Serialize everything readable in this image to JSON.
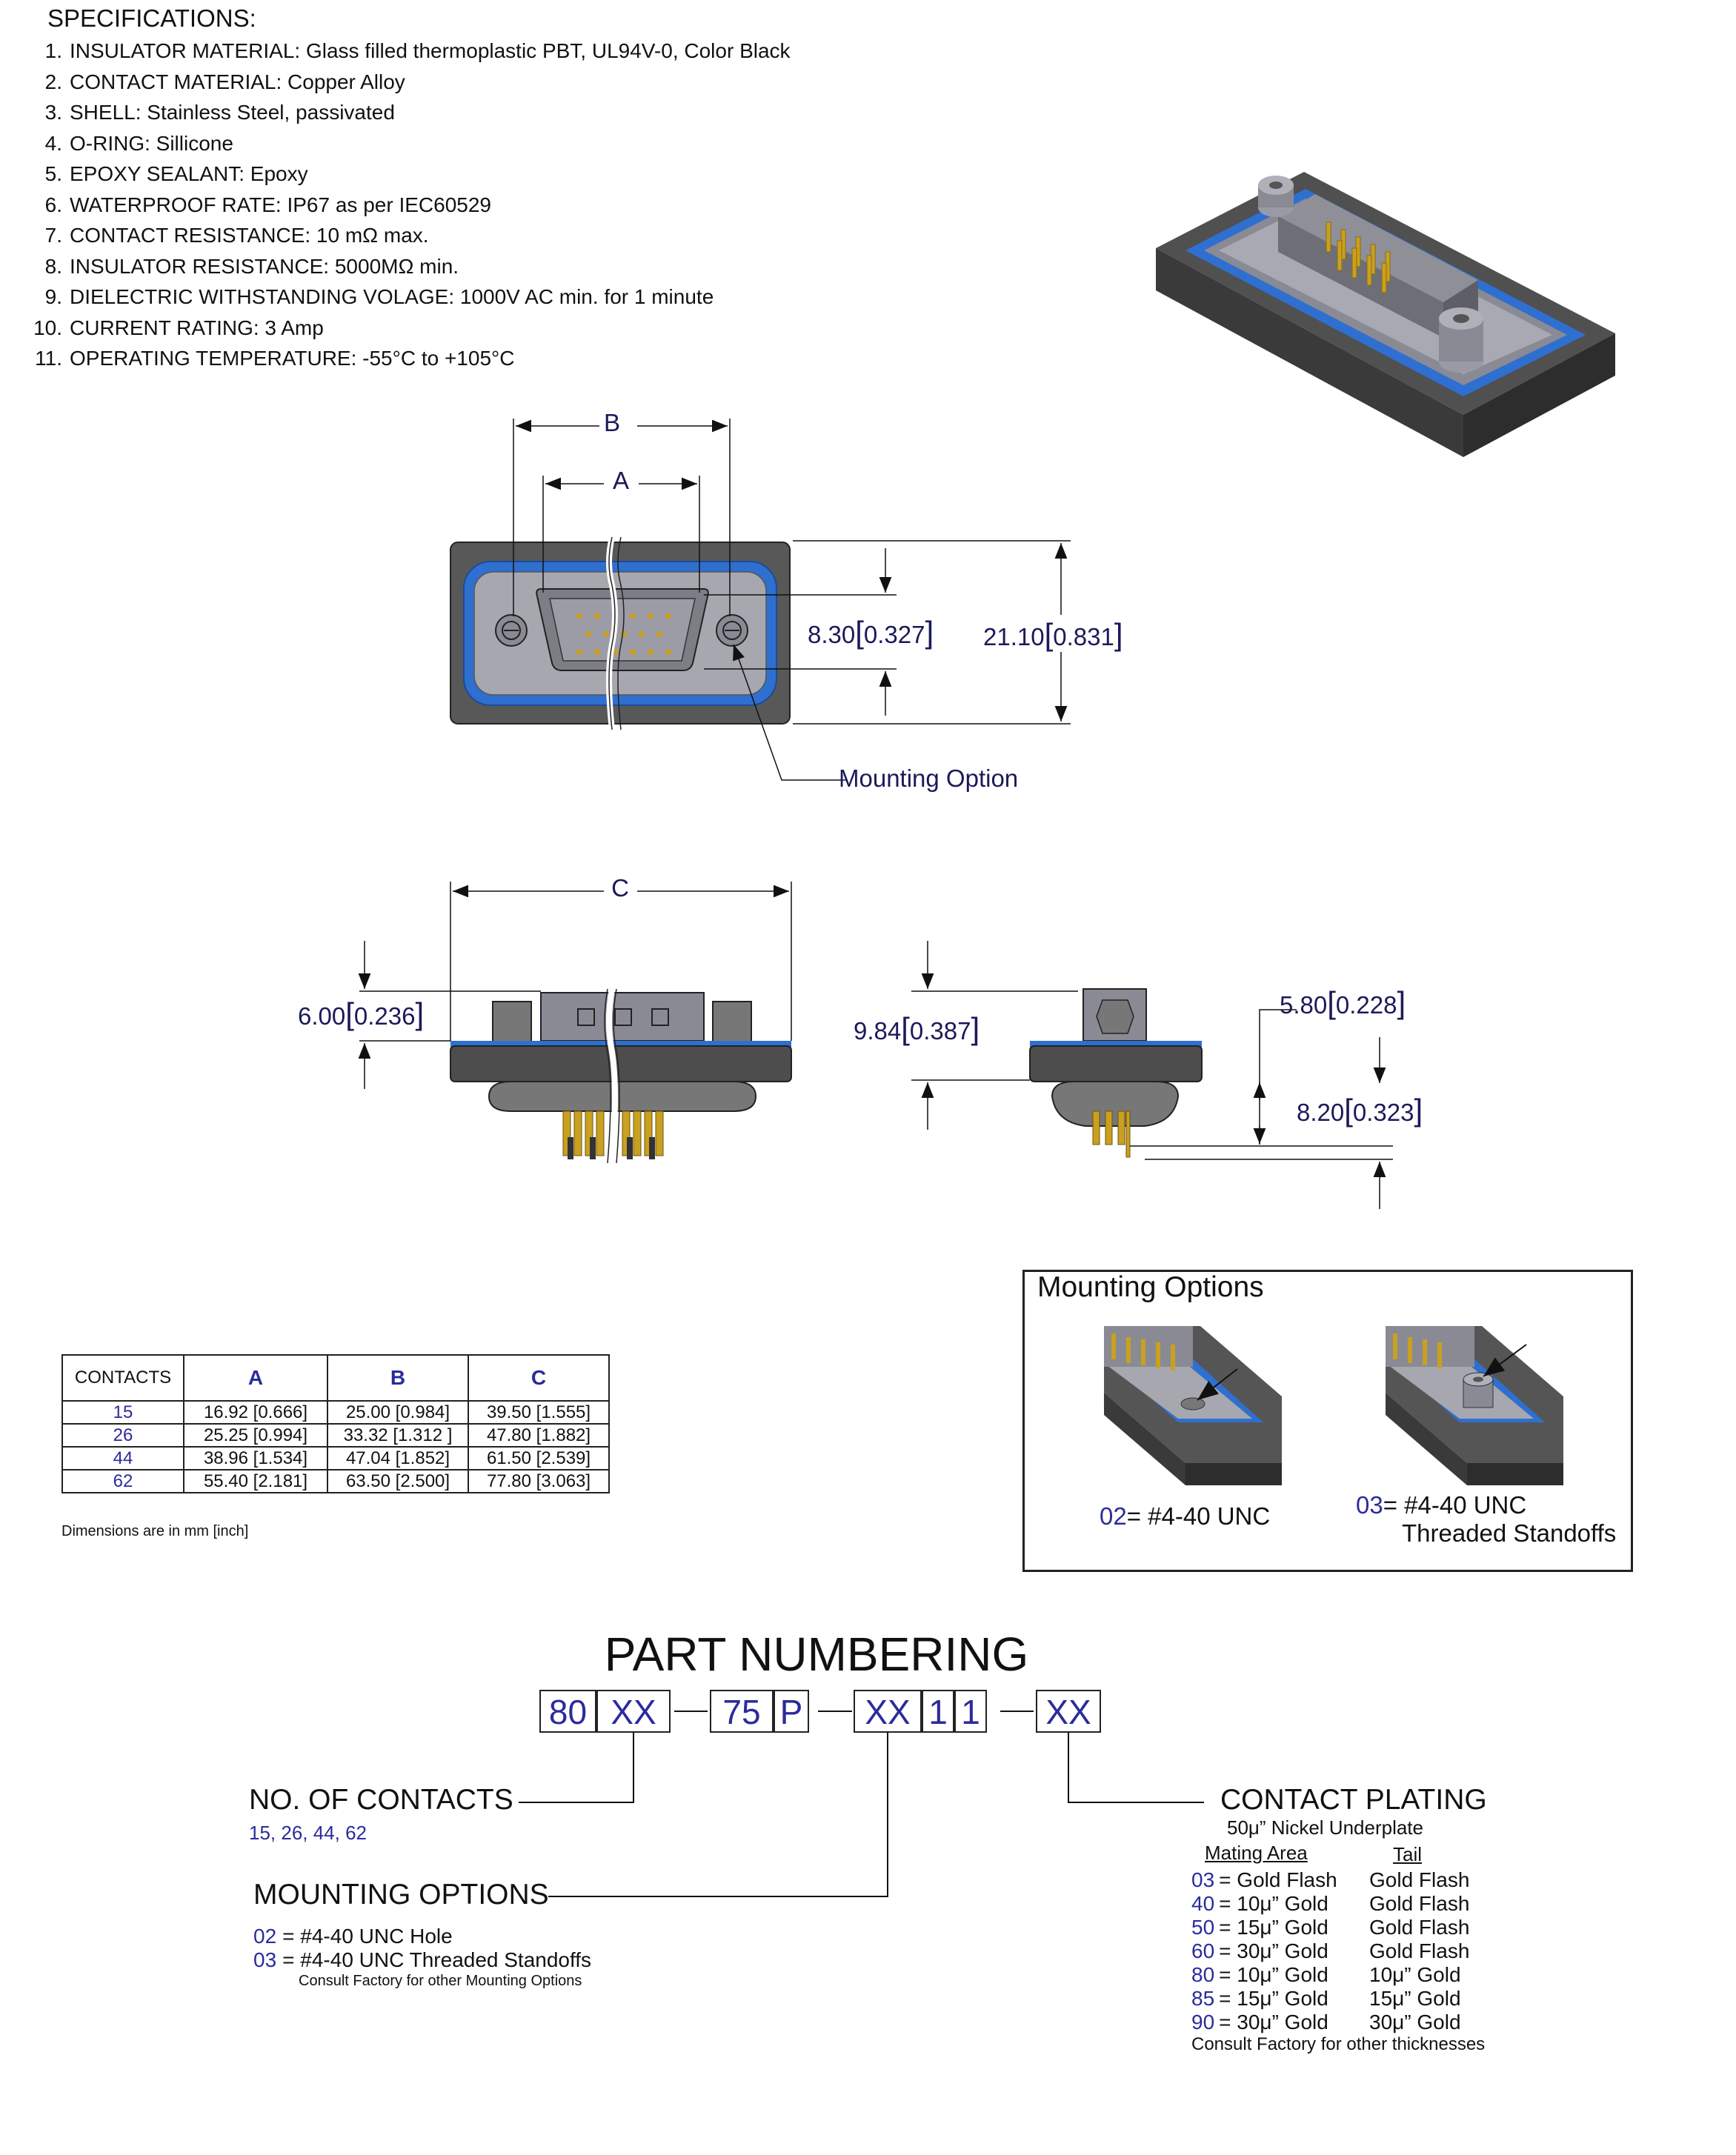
{
  "specifications": {
    "title": "SPECIFICATIONS:",
    "items": [
      {
        "num": "1.",
        "text": "INSULATOR MATERIAL: Glass filled thermoplastic PBT, UL94V-0, Color Black"
      },
      {
        "num": "2.",
        "text": "CONTACT MATERIAL: Copper Alloy"
      },
      {
        "num": "3.",
        "text": "SHELL: Stainless Steel, passivated"
      },
      {
        "num": "4.",
        "text": "O-RING: Sillicone"
      },
      {
        "num": "5.",
        "text": "EPOXY SEALANT: Epoxy"
      },
      {
        "num": "6.",
        "text": "WATERPROOF RATE: IP67 as per IEC60529"
      },
      {
        "num": "7.",
        "text": "CONTACT RESISTANCE: 10 mΩ max."
      },
      {
        "num": "8.",
        "text": "INSULATOR RESISTANCE: 5000MΩ min."
      },
      {
        "num": "9.",
        "text": "DIELECTRIC WITHSTANDING VOLAGE: 1000V AC min. for 1 minute"
      },
      {
        "num": "10.",
        "text": "CURRENT RATING: 3 Amp"
      },
      {
        "num": "11.",
        "text": "OPERATING TEMPERATURE: -55°C to +105°C"
      }
    ]
  },
  "front_view": {
    "label_b": "B",
    "label_a": "A",
    "dim_height_1": {
      "mm": "8.30",
      "inch": "0.327"
    },
    "dim_height_2": {
      "mm": "21.10",
      "inch": "0.831"
    },
    "mounting_option_callout": "Mounting Option"
  },
  "side_view": {
    "label_c": "C",
    "dim_flange": {
      "mm": "6.00",
      "inch": "0.236"
    }
  },
  "end_view": {
    "dim_top": {
      "mm": "9.84",
      "inch": "0.387"
    },
    "dim_right_top": {
      "mm": "5.80",
      "inch": "0.228"
    },
    "dim_right_bottom": {
      "mm": "8.20",
      "inch": "0.323"
    }
  },
  "dimension_table": {
    "headers": [
      "CONTACTS",
      "A",
      "B",
      "C"
    ],
    "rows": [
      [
        "15",
        "16.92 [0.666]",
        "25.00 [0.984]",
        "39.50 [1.555]"
      ],
      [
        "26",
        "25.25 [0.994]",
        "33.32 [1.312 ]",
        "47.80 [1.882]"
      ],
      [
        "44",
        "38.96 [1.534]",
        "47.04 [1.852]",
        "61.50 [2.539]"
      ],
      [
        "62",
        "55.40 [2.181]",
        "63.50 [2.500]",
        "77.80 [3.063]"
      ]
    ],
    "note": "Dimensions are in mm [inch]"
  },
  "mounting_options_box": {
    "title": "Mounting Options",
    "option_02": {
      "code": "02",
      "text": "= #4-40 UNC"
    },
    "option_03": {
      "code": "03",
      "text": "= #4-40 UNC",
      "text2": "Threaded Standoffs"
    }
  },
  "part_numbering": {
    "title": "PART NUMBERING",
    "boxes": [
      "80",
      "XX",
      "75",
      "P",
      "XX",
      "1",
      "1",
      "XX"
    ],
    "contacts": {
      "heading": "NO. OF CONTACTS",
      "values": "15, 26, 44, 62"
    },
    "mounting": {
      "heading": "MOUNTING OPTIONS",
      "options": [
        {
          "code": "02",
          "text": "=  #4-40 UNC Hole"
        },
        {
          "code": "03",
          "text": "=  #4-40 UNC Threaded Standoffs"
        }
      ],
      "note": "Consult Factory for other Mounting Options"
    },
    "plating": {
      "heading": "CONTACT PLATING",
      "underplate": "50μ” Nickel Underplate",
      "col_mating": "Mating Area",
      "col_tail": "Tail",
      "rows": [
        {
          "code": "03",
          "mating": "= Gold Flash",
          "tail": "Gold Flash"
        },
        {
          "code": "40",
          "mating": "= 10μ” Gold",
          "tail": "Gold Flash"
        },
        {
          "code": "50",
          "mating": "= 15μ” Gold",
          "tail": "Gold Flash"
        },
        {
          "code": "60",
          "mating": "= 30μ” Gold",
          "tail": "Gold Flash"
        },
        {
          "code": "80",
          "mating": "= 10μ” Gold",
          "tail": "10μ” Gold"
        },
        {
          "code": "85",
          "mating": "= 15μ” Gold",
          "tail": "15μ” Gold"
        },
        {
          "code": "90",
          "mating": "= 30μ” Gold",
          "tail": "30μ” Gold"
        }
      ],
      "note": "Consult Factory for other thicknesses"
    }
  },
  "colors": {
    "dimension_blue": "#2b2b9c",
    "housing_dark": "#4a4a4a",
    "oring_blue": "#2f6fd0",
    "shell_gray": "#9a9aa6",
    "contact_gold": "#c9a020"
  }
}
